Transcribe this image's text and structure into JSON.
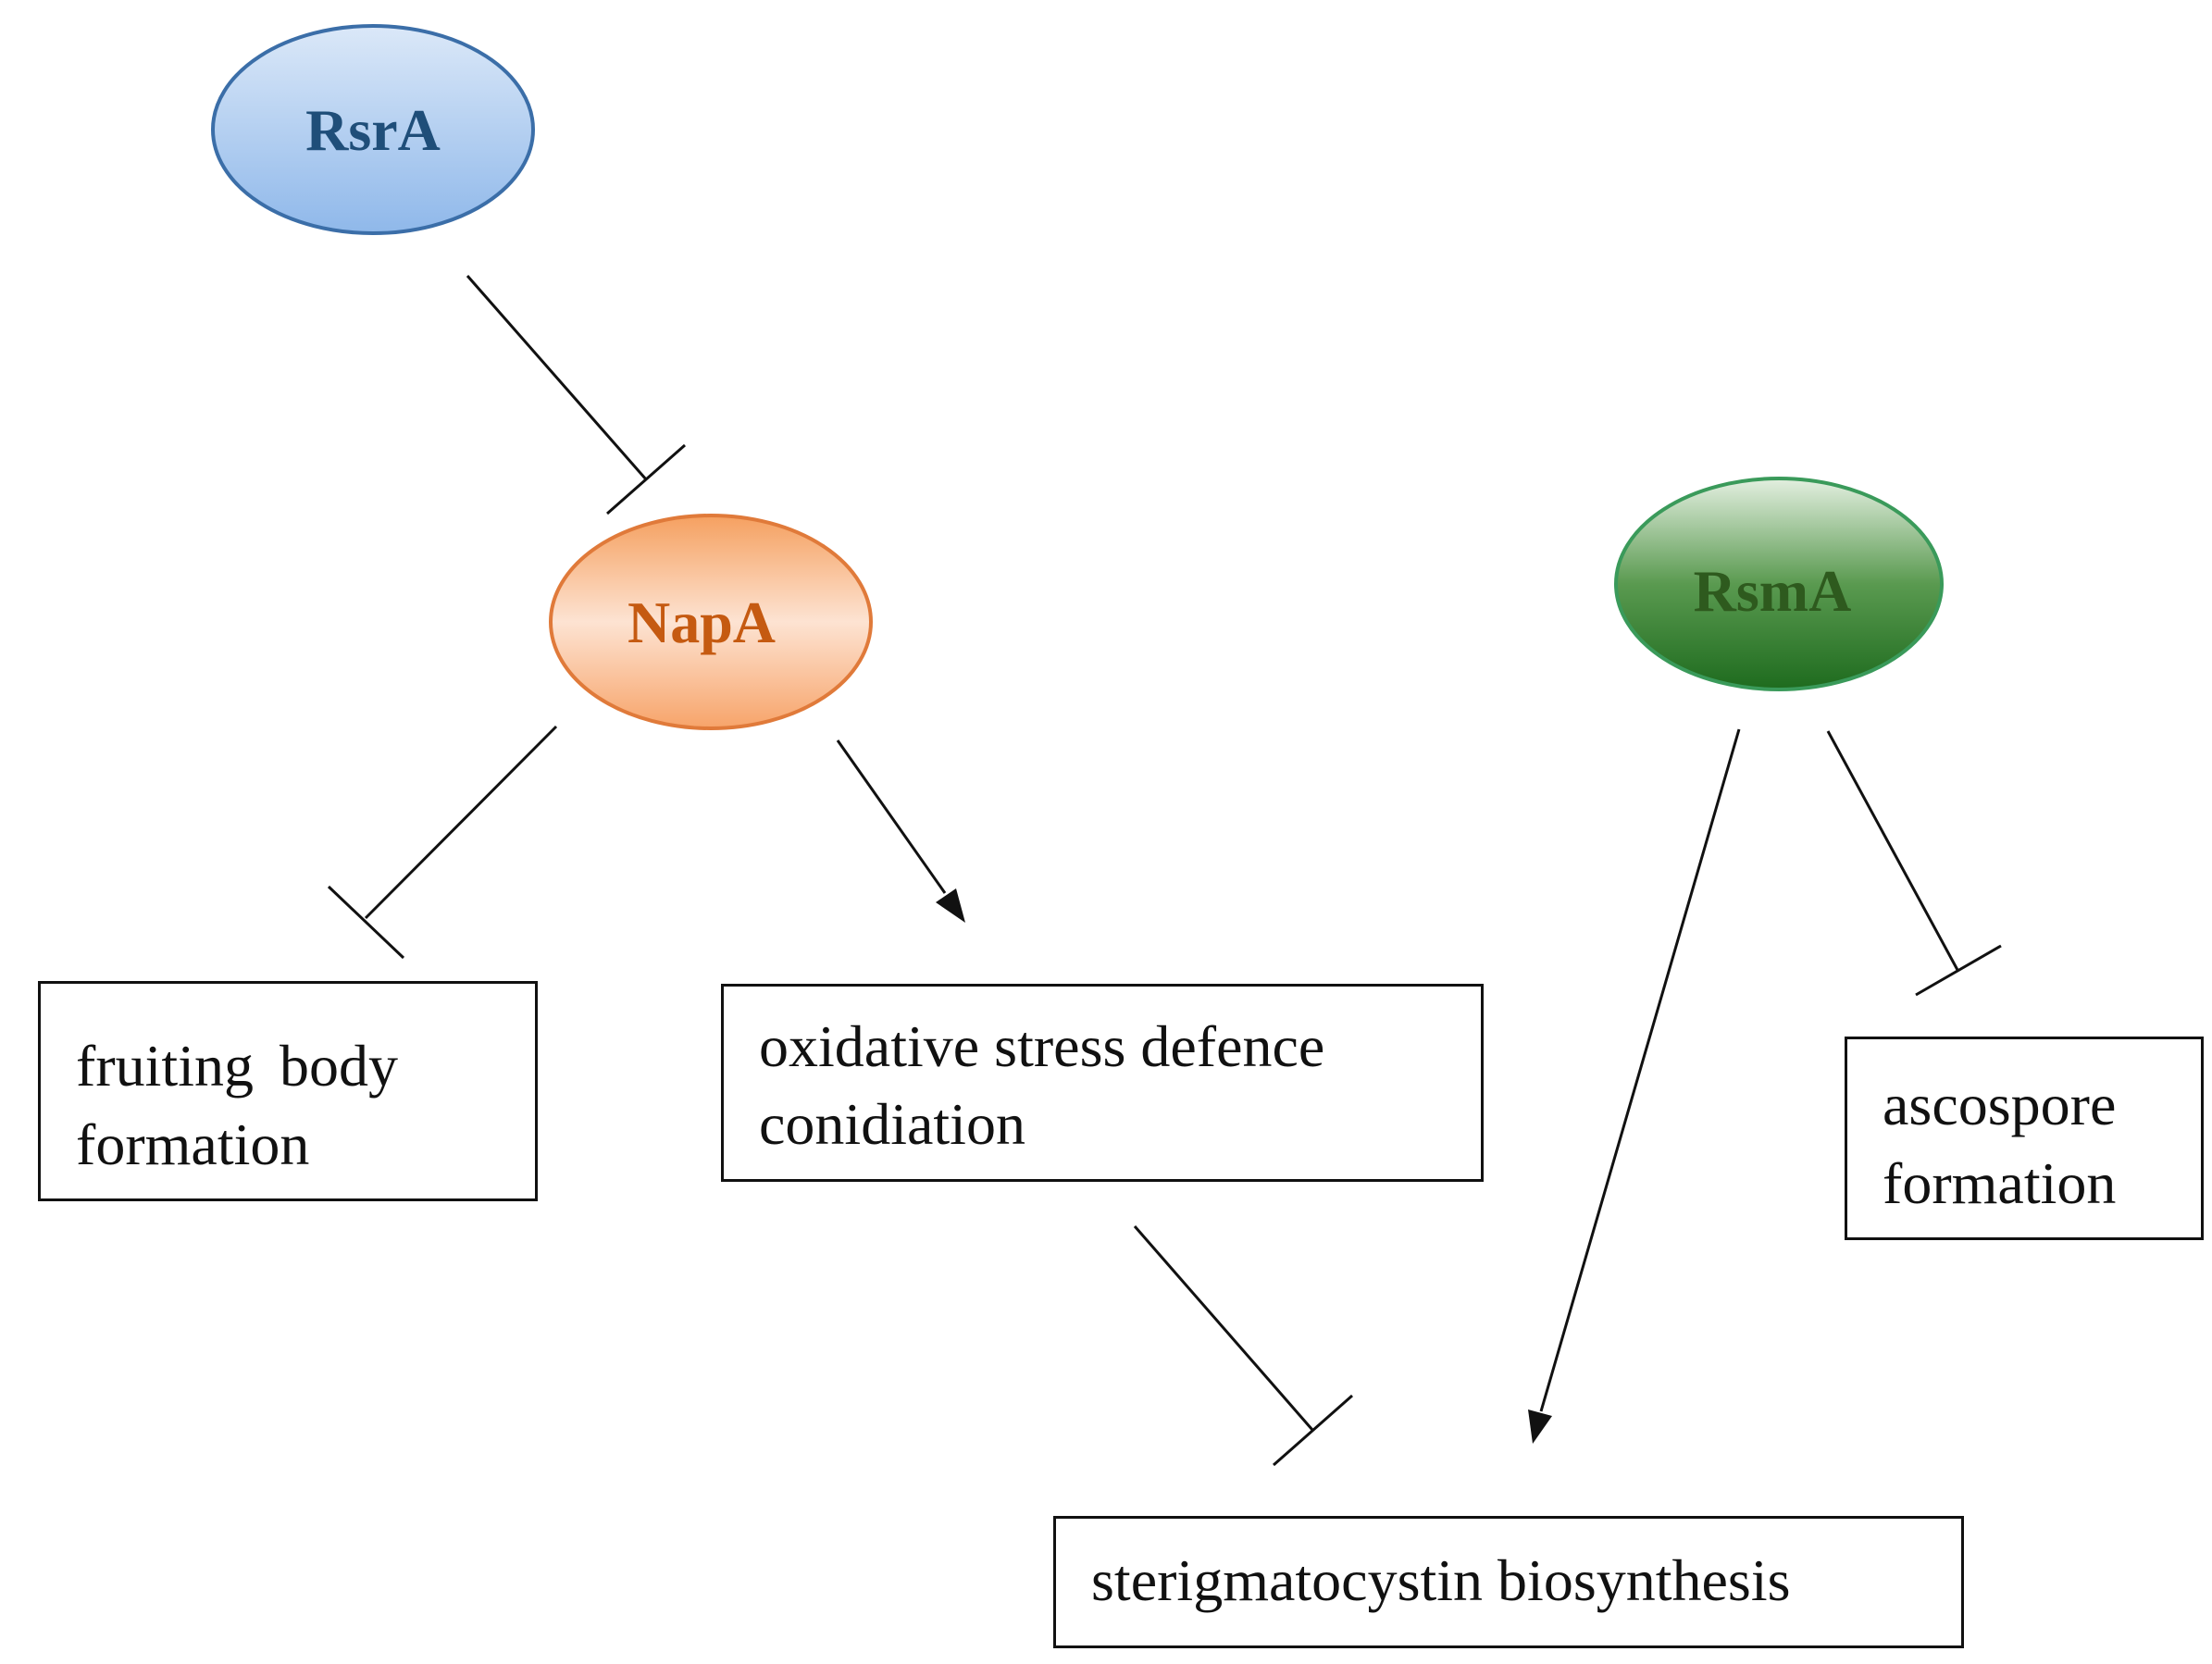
{
  "nodes": {
    "rsra": {
      "label": "RsrA",
      "text_color": "#1f4e79",
      "fill_top": "#dbe8f8",
      "fill_bottom": "#8fb8ea",
      "stroke": "#3b6ea8"
    },
    "napa": {
      "label": "NapA",
      "text_color": "#c55a11",
      "fill_top": "#f5a060",
      "fill_mid": "#fde3d2",
      "fill_bottom": "#f7a46a",
      "stroke": "#e07a3a"
    },
    "rsma": {
      "label": "RsmA",
      "text_color": "#2e5a1e",
      "fill_top": "#e3efe0",
      "fill_mid": "#5a9a50",
      "fill_bottom": "#1e6b1e",
      "stroke": "#3a9a5a"
    }
  },
  "boxes": {
    "fruiting": {
      "line1": "fruiting body",
      "line2": "formation"
    },
    "oxidative": {
      "line1": "oxidative stress defence",
      "line2": "conidiation"
    },
    "ascospore": {
      "line1": "ascospore",
      "line2": "formation"
    },
    "sterigmatocystin": {
      "line1": "sterigmatocystin biosynthesis"
    }
  },
  "edges": [
    {
      "from": "RsrA",
      "to": "NapA",
      "type": "inhibition"
    },
    {
      "from": "NapA",
      "to": "fruiting body formation",
      "type": "inhibition"
    },
    {
      "from": "NapA",
      "to": "oxidative stress defence conidiation",
      "type": "activation"
    },
    {
      "from": "oxidative stress defence conidiation",
      "to": "sterigmatocystin biosynthesis",
      "type": "inhibition"
    },
    {
      "from": "RsmA",
      "to": "sterigmatocystin biosynthesis",
      "type": "activation"
    },
    {
      "from": "RsmA",
      "to": "ascospore formation",
      "type": "inhibition"
    }
  ]
}
